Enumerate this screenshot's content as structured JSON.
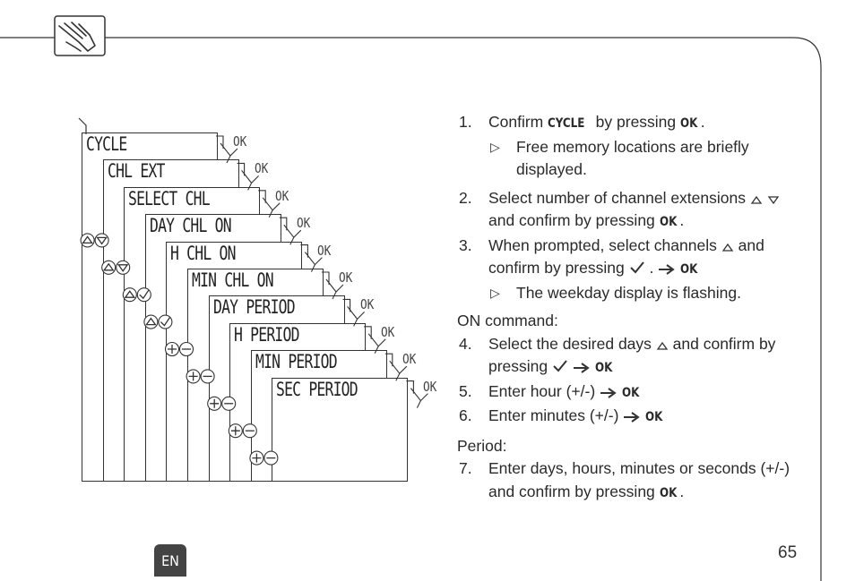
{
  "cascade": {
    "screens": [
      {
        "lcd": "CYCLE",
        "ok": "OK",
        "buttons": ""
      },
      {
        "lcd": "CHL EXT",
        "ok": "OK",
        "buttons": "up-down"
      },
      {
        "lcd": "SELECT CHL",
        "ok": "OK",
        "buttons": "up-down"
      },
      {
        "lcd": "DAY CHL ON",
        "ok": "OK",
        "buttons": "up-check"
      },
      {
        "lcd": "H CHL ON",
        "ok": "OK",
        "buttons": "up-check"
      },
      {
        "lcd": "MIN CHL ON",
        "ok": "OK",
        "buttons": "plus-minus"
      },
      {
        "lcd": "DAY PERIOD",
        "ok": "OK",
        "buttons": "plus-minus"
      },
      {
        "lcd": "H PERIOD",
        "ok": "OK",
        "buttons": "plus-minus"
      },
      {
        "lcd": "MIN PERIOD",
        "ok": "OK",
        "buttons": "plus-minus"
      },
      {
        "lcd": "SEC PERIOD",
        "ok": "OK",
        "buttons": "plus-minus"
      }
    ]
  },
  "instructions": {
    "step1": {
      "num": "1.",
      "a": "Confirm ",
      "kw1": "CYCLE",
      "b": " by pressing ",
      "kw2": "OK",
      "c": "."
    },
    "sub1": {
      "line1": "Free memory locations are briefly",
      "line2": "displayed."
    },
    "step2": {
      "num": "2.",
      "line1": "Select number of channel extensions",
      "line2a": "and confirm by pressing ",
      "kw": "OK",
      "line2b": "."
    },
    "step3": {
      "num": "3.",
      "line1a": "When prompted, select channels",
      "line1b": " and",
      "line2a": "confirm by pressing",
      "line2b": " . ",
      "kw": "OK"
    },
    "sub3": {
      "text": "The weekday display is flashing."
    },
    "on_heading": "ON command:",
    "step4": {
      "num": "4.",
      "line1a": "Select the desired days",
      "line1b": " and confirm by",
      "line2a": "pressing",
      "kw": "OK"
    },
    "step5": {
      "num": "5.",
      "text": "Enter hour (+/-) ",
      "kw": "OK"
    },
    "step6": {
      "num": "6.",
      "text": "Enter minutes (+/-) ",
      "kw": "OK"
    },
    "period_heading": "Period:",
    "step7": {
      "num": "7.",
      "line1": "Enter days, hours, minutes or seconds (+/-)",
      "line2a": "and confirm by pressing ",
      "kw": "OK",
      "line2b": "."
    }
  },
  "footer": {
    "language": "EN",
    "page_number": "65"
  },
  "icons": {
    "header": "pointing-hand-icon",
    "arrow": "right-arrow-icon",
    "triangle": "play-triangle-icon"
  }
}
